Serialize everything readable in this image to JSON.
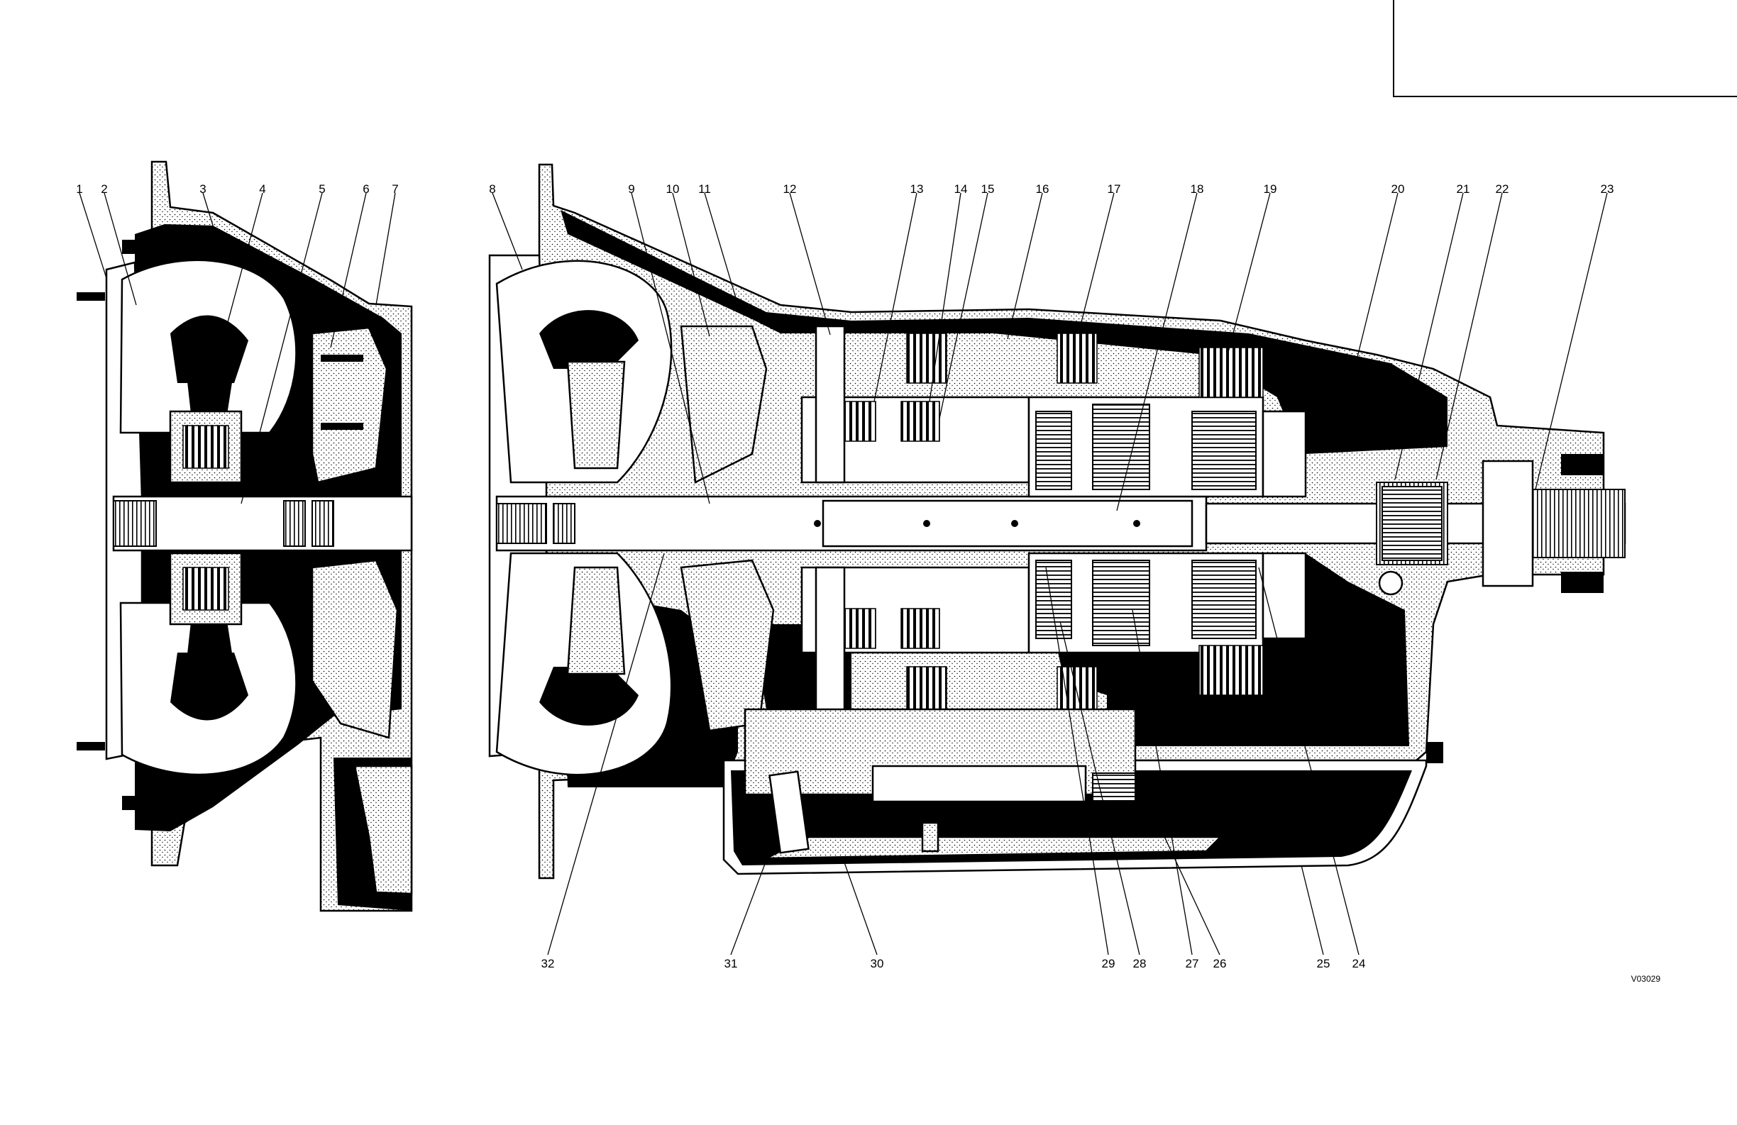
{
  "figure_id": "V03029",
  "callouts_top": [
    "1",
    "2",
    "3",
    "4",
    "5",
    "6",
    "7",
    "8",
    "9",
    "10",
    "11",
    "12",
    "13",
    "14",
    "15",
    "16",
    "17",
    "18",
    "19",
    "20",
    "21",
    "22",
    "23"
  ],
  "callouts_bottom": [
    "32",
    "31",
    "30",
    "29",
    "28",
    "27",
    "26",
    "25",
    "24"
  ],
  "colors": {
    "ink": "#000000",
    "paper": "#ffffff"
  }
}
